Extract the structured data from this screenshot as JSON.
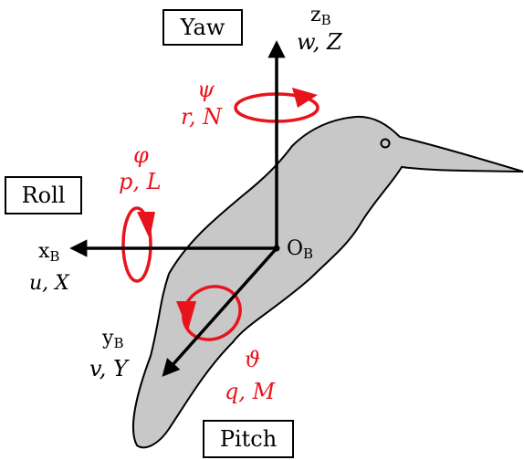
{
  "labels": {
    "yaw": "Yaw",
    "roll": "Roll",
    "pitch": "Pitch"
  },
  "axes": {
    "z": {
      "name": "z",
      "sub": "B",
      "vars": "w, Z"
    },
    "x": {
      "name": "x",
      "sub": "B",
      "vars": "u, X"
    },
    "y": {
      "name": "y",
      "sub": "B",
      "vars": "v, Y"
    },
    "origin": {
      "name": "O",
      "sub": "B"
    }
  },
  "rotations": {
    "yaw": {
      "angle": "ψ",
      "vars": "r, N"
    },
    "roll": {
      "angle": "φ",
      "vars": "p, L"
    },
    "pitch": {
      "angle": "ϑ",
      "vars": "q, M"
    }
  },
  "colors": {
    "body_fill": "#c8c8c8",
    "rotation_red": "#e8141c",
    "axis_black": "#000000"
  }
}
